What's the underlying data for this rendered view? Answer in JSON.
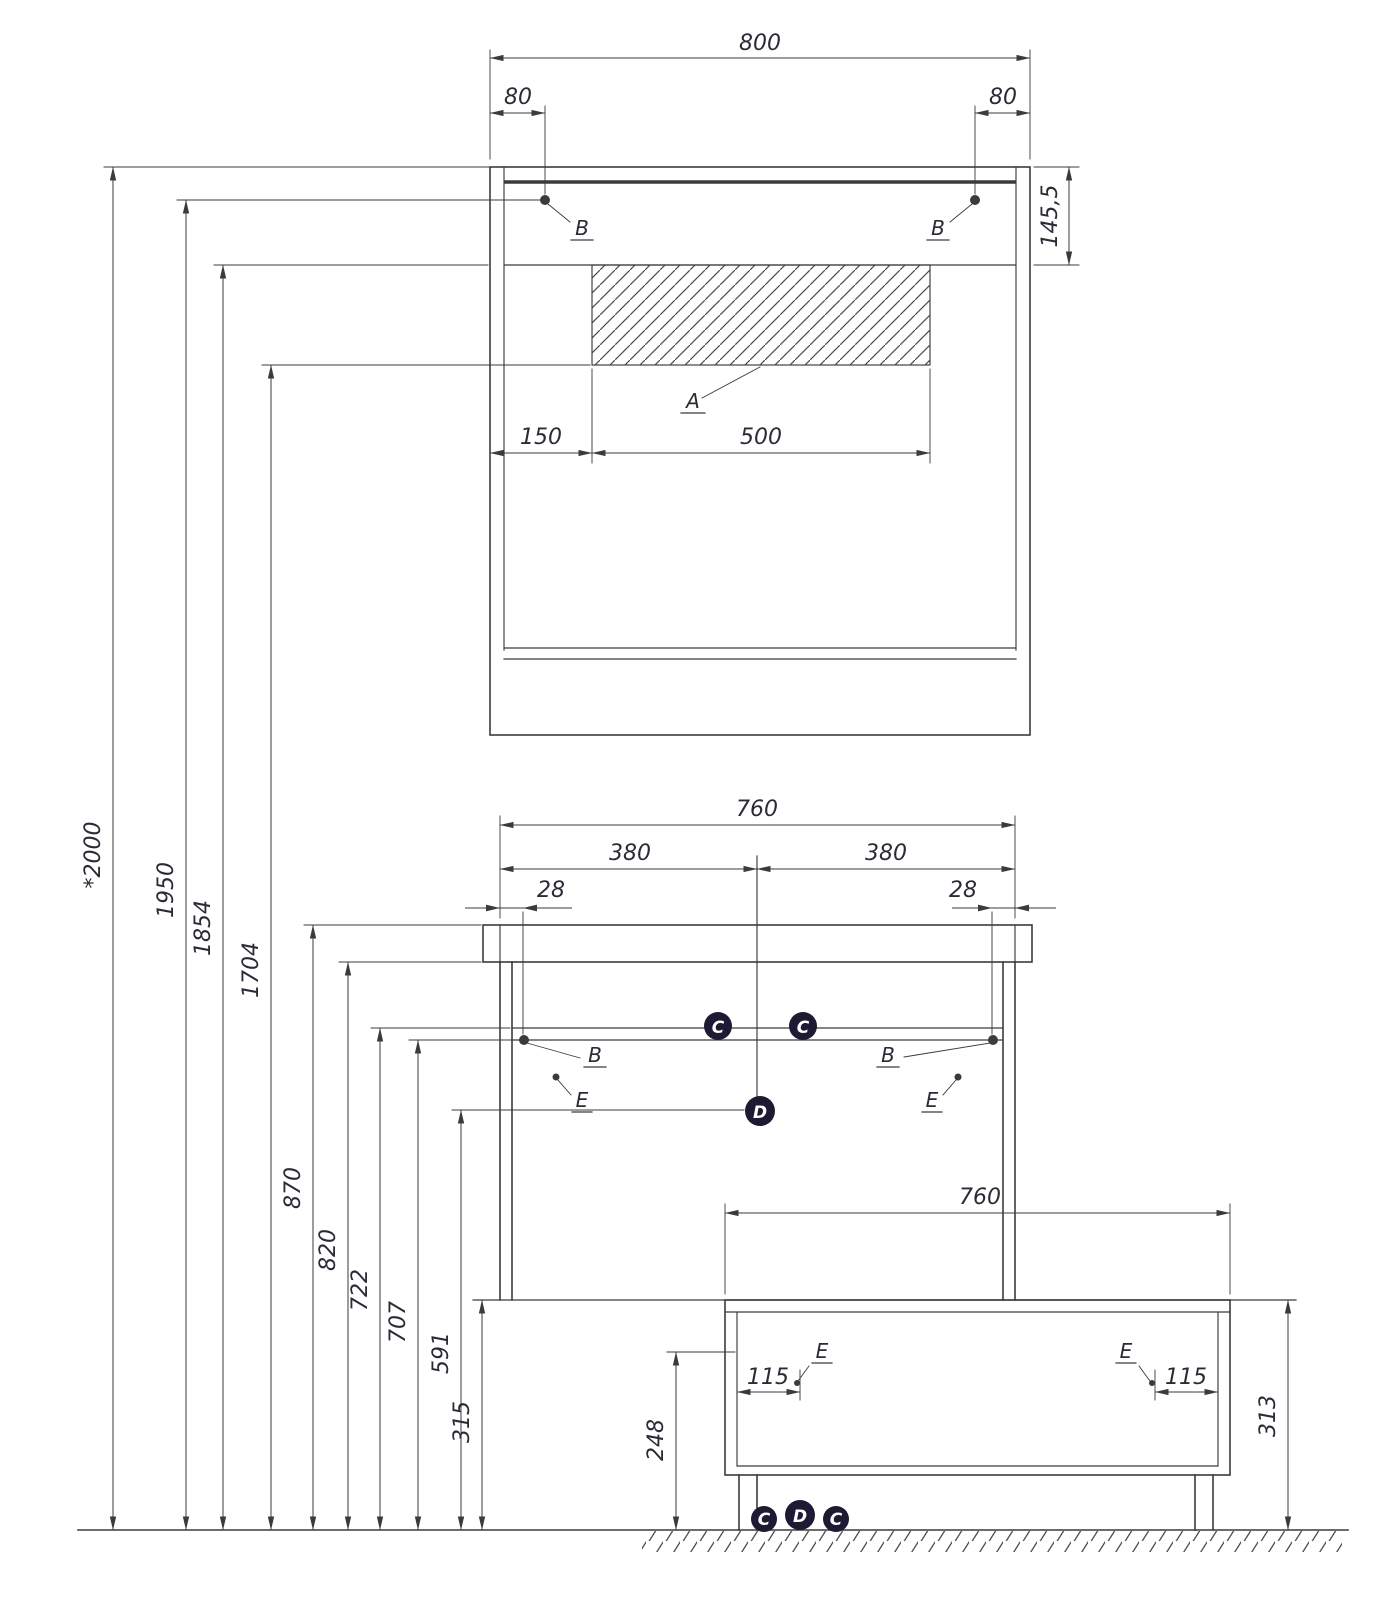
{
  "colors": {
    "line": "#3b3b3b",
    "text": "#2b2b36",
    "point_marker_fill": "#1d1a33",
    "point_marker_text": "#ffffff",
    "background": "#ffffff"
  },
  "mirror_view": {
    "width": "800",
    "offset_left": "80",
    "offset_right": "80",
    "top_height": "145,5",
    "lamp_offset": "150",
    "lamp_width": "500",
    "lamp_label": "A",
    "hook_left": "B",
    "hook_right": "B"
  },
  "height_dims": {
    "total": "*2000",
    "hook": "1950",
    "mirror_top": "1854",
    "lamp_bottom": "1704",
    "counter_top": "870",
    "counter_bottom": "820",
    "rail": "722",
    "hook_mid": "707",
    "siphon": "591",
    "cabinet_bottom": "315"
  },
  "washstand_view": {
    "width": "760",
    "half_left": "380",
    "half_right": "380",
    "inset_left": "28",
    "inset_right": "28",
    "hook_left": "B",
    "hook_right": "B",
    "point_c_left": "C",
    "point_c_right": "C",
    "point_d": "D",
    "point_e_left": "E",
    "point_e_right": "E"
  },
  "bench_view": {
    "width": "760",
    "inset_left": "115",
    "inset_right": "115",
    "clearance": "248",
    "height": "313",
    "point_e_left": "E",
    "point_e_right": "E",
    "markers": [
      "C",
      "D",
      "C"
    ]
  }
}
